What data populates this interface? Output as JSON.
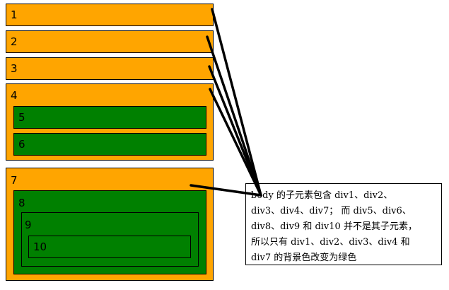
{
  "divs": {
    "d1": "1",
    "d2": "2",
    "d3": "3",
    "d4": "4",
    "d5": "5",
    "d6": "6",
    "d7": "7",
    "d8": "8",
    "d9": "9",
    "d10": "10"
  },
  "callout": {
    "lines": [
      "body 的子元素包含 div1、div2、",
      "div3、div4、div7；  而 div5、div6、",
      "div8、div9 和 div10 并不是其子元素，",
      "所以只有 div1、div2、div3、div4 和",
      "div7 的背景色改变为绿色"
    ]
  },
  "colors": {
    "orange": "#FFA500",
    "green": "#008000",
    "border": "#000000"
  }
}
